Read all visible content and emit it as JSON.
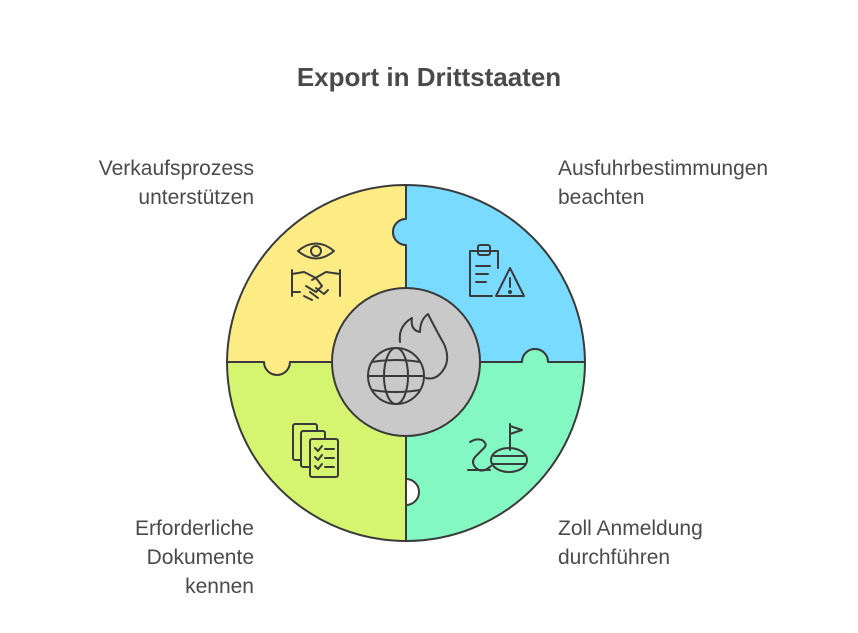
{
  "title": "Export in Drittstaaten",
  "segments": [
    {
      "id": "top-left",
      "label": "Verkaufsprozess\nunterstützen",
      "color": "#fdec84",
      "icon": "handshake-eye-icon"
    },
    {
      "id": "top-right",
      "label": "Ausfuhrbestimmungen\nbeachten",
      "color": "#78dbff",
      "icon": "clipboard-warning-icon"
    },
    {
      "id": "bottom-left",
      "label": "Erforderliche\nDokumente\nkennen",
      "color": "#d5f570",
      "icon": "documents-checklist-icon"
    },
    {
      "id": "bottom-right",
      "label": "Zoll Anmeldung\ndurchführen",
      "color": "#83f8c2",
      "icon": "route-flag-icon"
    }
  ],
  "center": {
    "color": "#c9c9c9",
    "icon": "globe-flame-icon"
  }
}
